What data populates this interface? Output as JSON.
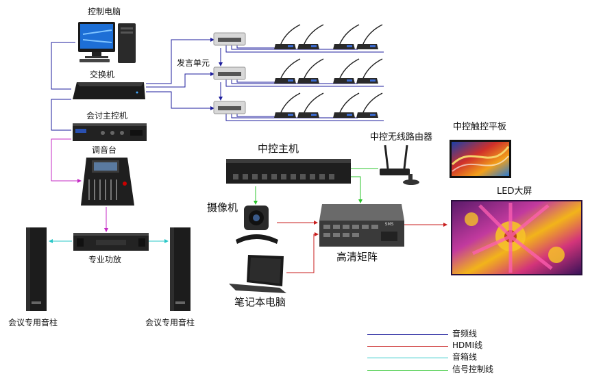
{
  "labels": {
    "control_pc": "控制电脑",
    "switch": "交换机",
    "speaker_unit": "发言单元",
    "conference_host": "会讨主控机",
    "mixer": "调音台",
    "amplifier": "专业功放",
    "column_speaker_left": "会议专用音柱",
    "column_speaker_right": "会议专用音柱",
    "central_control_host": "中控主机",
    "wireless_router": "中控无线路由器",
    "touch_tablet": "中控触控平板",
    "led_screen": "LED大屏",
    "camera": "摄像机",
    "hd_matrix": "高清矩阵",
    "laptop": "笔记本电脑"
  },
  "device_text": {
    "brand": "SMS"
  },
  "legend": [
    {
      "label": "音频线",
      "color": "#1c1c9c"
    },
    {
      "label": "HDMI线",
      "color": "#c81e1e"
    },
    {
      "label": "音箱线",
      "color": "#29c7c7"
    },
    {
      "label": "信号控制线",
      "color": "#2bc42b"
    }
  ],
  "colors": {
    "audio": "#1c1c9c",
    "hdmi": "#c81e1e",
    "speaker": "#29c7c7",
    "signal": "#2bc42b",
    "mixer_link": "#c42bc4"
  }
}
